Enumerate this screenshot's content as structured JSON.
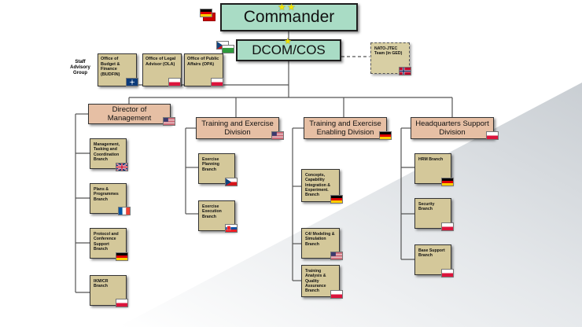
{
  "commander": {
    "label": "Commander",
    "flag": "germany"
  },
  "dcom": {
    "label": "DCOM/COS",
    "flag": "czech-republic"
  },
  "staff_group": {
    "label": "Staff Advisory Group"
  },
  "staff": [
    {
      "label": "Office of Budget & Finance (BUDFIN)",
      "flag": "nato"
    },
    {
      "label": "Office of Legal Advisor (OLA)",
      "flag": "poland"
    },
    {
      "label": "Office of Public Affairs (OPA)",
      "flag": "poland"
    }
  ],
  "nato_jtec": {
    "label": "NATO-JTEC Team (in GED)",
    "flag": "norway"
  },
  "divisions": [
    {
      "label": "Director of Management",
      "flag": "usa",
      "branches": [
        {
          "label": "Management, Tasking and Coordination Branch",
          "flag": "uk"
        },
        {
          "label": "Plans & Programmes Branch",
          "flag": "france"
        },
        {
          "label": "Protocol and Conference Support Branch",
          "flag": "germany"
        },
        {
          "label": "IKM/CR Branch",
          "flag": "poland"
        }
      ]
    },
    {
      "label": "Training and Exercise Division",
      "flag": "usa",
      "branches": [
        {
          "label": "Exercise Planning Branch",
          "flag": "czech-republic"
        },
        {
          "label": "Exercise Execution Branch",
          "flag": "slovakia"
        }
      ]
    },
    {
      "label": "Training and Exercise Enabling Division",
      "flag": "germany",
      "branches": [
        {
          "label": "Concepts, Capability Integration & Experiment. Branch",
          "flag": "germany"
        },
        {
          "label": "C4/ Modeling & Simulation Branch",
          "flag": "usa"
        },
        {
          "label": "Training Analysis & Quality Assurance Branch",
          "flag": "poland"
        }
      ]
    },
    {
      "label": "Headquarters Support Division",
      "flag": "poland",
      "branches": [
        {
          "label": "HRM Branch",
          "flag": "germany"
        },
        {
          "label": "Security Branch",
          "flag": "poland"
        },
        {
          "label": "Base Support Branch",
          "flag": "poland"
        }
      ]
    }
  ],
  "colors": {
    "command_fill": "#a9dcc5",
    "division_fill": "#e6bfa4",
    "branch_fill": "#d4c89a",
    "connector": "#555555",
    "star": "#f3e400"
  }
}
